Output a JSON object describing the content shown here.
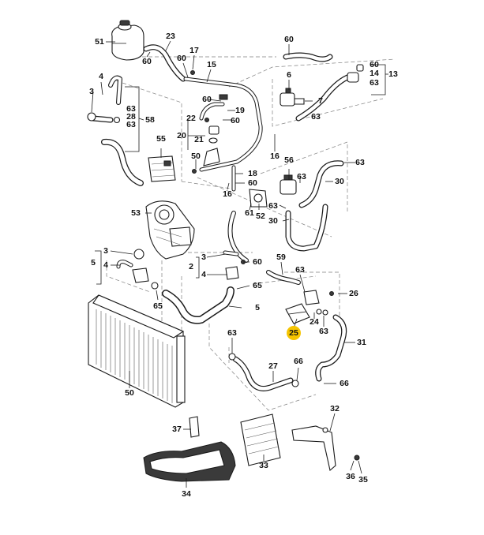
{
  "labels": {
    "l51": "51",
    "l23": "23",
    "l60a": "60",
    "l60b": "60",
    "l17": "17",
    "l15": "15",
    "l60c": "60",
    "l60d": "60",
    "l14": "14",
    "l13": "13",
    "l63a": "63",
    "l4a": "4",
    "l3a": "3",
    "l63b": "63",
    "l28": "28",
    "l63c": "63",
    "l58": "58",
    "l6": "6",
    "l7": "7",
    "l63d": "63",
    "l60e": "60",
    "l19": "19",
    "l22": "22",
    "l60f": "60",
    "l20": "20",
    "l21": "21",
    "l55": "55",
    "l50a": "50",
    "l16a": "16",
    "l18": "18",
    "l60g": "60",
    "l63e": "63",
    "l56": "56",
    "l63f": "63",
    "l30a": "30",
    "l16b": "16",
    "l61": "61",
    "l52": "52",
    "l63g": "63",
    "l30b": "30",
    "l53": "53",
    "l3b": "3",
    "l4b": "4",
    "l5a": "5",
    "l3c": "3",
    "l60h": "60",
    "l2": "2",
    "l4c": "4",
    "l59": "59",
    "l63h": "63",
    "l65a": "65",
    "l65b": "65",
    "l26": "26",
    "l5b": "5",
    "l24": "24",
    "l63i": "63",
    "l25": "25",
    "l31": "31",
    "l63j": "63",
    "l27": "27",
    "l66a": "66",
    "l66b": "66",
    "l50b": "50",
    "l32": "32",
    "l37": "37",
    "l33": "33",
    "l36": "36",
    "l35": "35",
    "l34": "34"
  },
  "highlight": {
    "label_key": "l25",
    "color": "#f5c400"
  },
  "colors": {
    "line": "#1a1a1a",
    "dashed": "#7f7f7f",
    "background": "#ffffff"
  }
}
